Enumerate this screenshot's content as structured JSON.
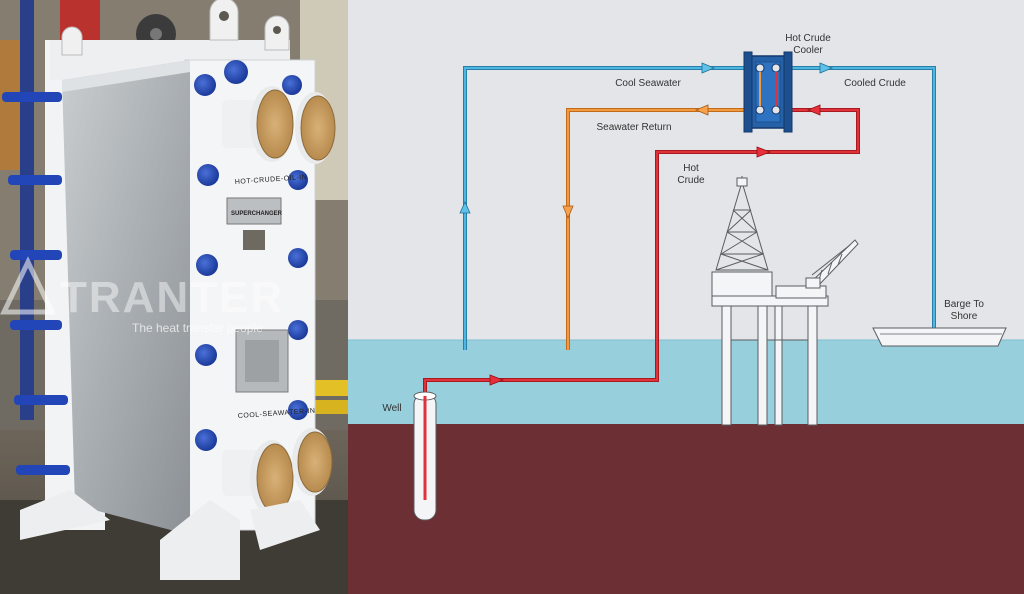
{
  "photo": {
    "watermark_brand": "TRANTER",
    "watermark_tagline": "The heat transfer people",
    "nameplate_text": "SUPERCHANGER",
    "stencil_top": "HOT-CRUDE-OIL-IN",
    "stencil_bottom": "COOL-SEAWATER-IN",
    "badge_text": "TRANTER"
  },
  "diagram": {
    "labels": {
      "cooler": [
        "Hot Crude",
        "Cooler"
      ],
      "cool_seawater": "Cool Seawater",
      "cooled_crude": "Cooled Crude",
      "seawater_return": "Seawater Return",
      "hot_crude": [
        "Hot",
        "Crude"
      ],
      "barge": [
        "Barge To",
        "Shore"
      ],
      "well": "Well"
    },
    "colors": {
      "sky": "#e3e5e8",
      "sea": "#97cfdc",
      "seabed": "#6c2f33",
      "cool_line": "#35a4d4",
      "hot_line": "#d8252b",
      "return_line": "#ee8a2b",
      "cooler_body": "#2461a8"
    }
  }
}
